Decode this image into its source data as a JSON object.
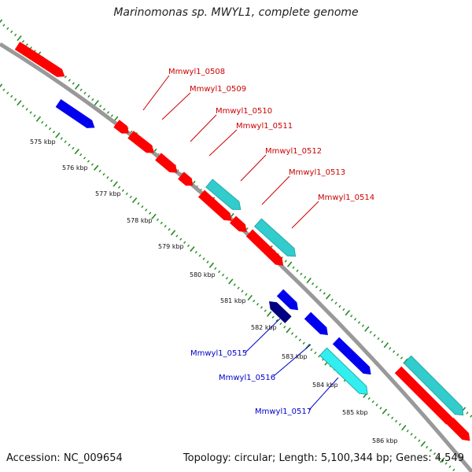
{
  "title": "Marinomonas sp. MWYL1, complete genome",
  "footer": {
    "accession": "Accession: NC_009654",
    "summary": "Topology: circular; Length: 5,100,344 bp; Genes: 4,549"
  },
  "colors": {
    "forward_gene": "#ff0000",
    "reverse_gene": "#0000ee",
    "forward_feature": "#33cccc",
    "reverse_feature": "#33eeee",
    "dark_reverse": "#000080",
    "backbone": "#999999",
    "tick": "#228b22",
    "label_forward": "#cc0000",
    "label_reverse": "#0000cc"
  },
  "kbp_labels": [
    "575 kbp",
    "576 kbp",
    "577 kbp",
    "578 kbp",
    "579 kbp",
    "580 kbp",
    "581 kbp",
    "582 kbp",
    "583 kbp",
    "584 kbp",
    "585 kbp",
    "586 kbp"
  ],
  "forward_gene_labels": [
    "Mmwyl1_0508",
    "Mmwyl1_0509",
    "Mmwyl1_0510",
    "Mmwyl1_0511",
    "Mmwyl1_0512",
    "Mmwyl1_0513",
    "Mmwyl1_0514"
  ],
  "reverse_gene_labels": [
    "Mmwyl1_0515",
    "Mmwyl1_0516",
    "Mmwyl1_0517"
  ]
}
